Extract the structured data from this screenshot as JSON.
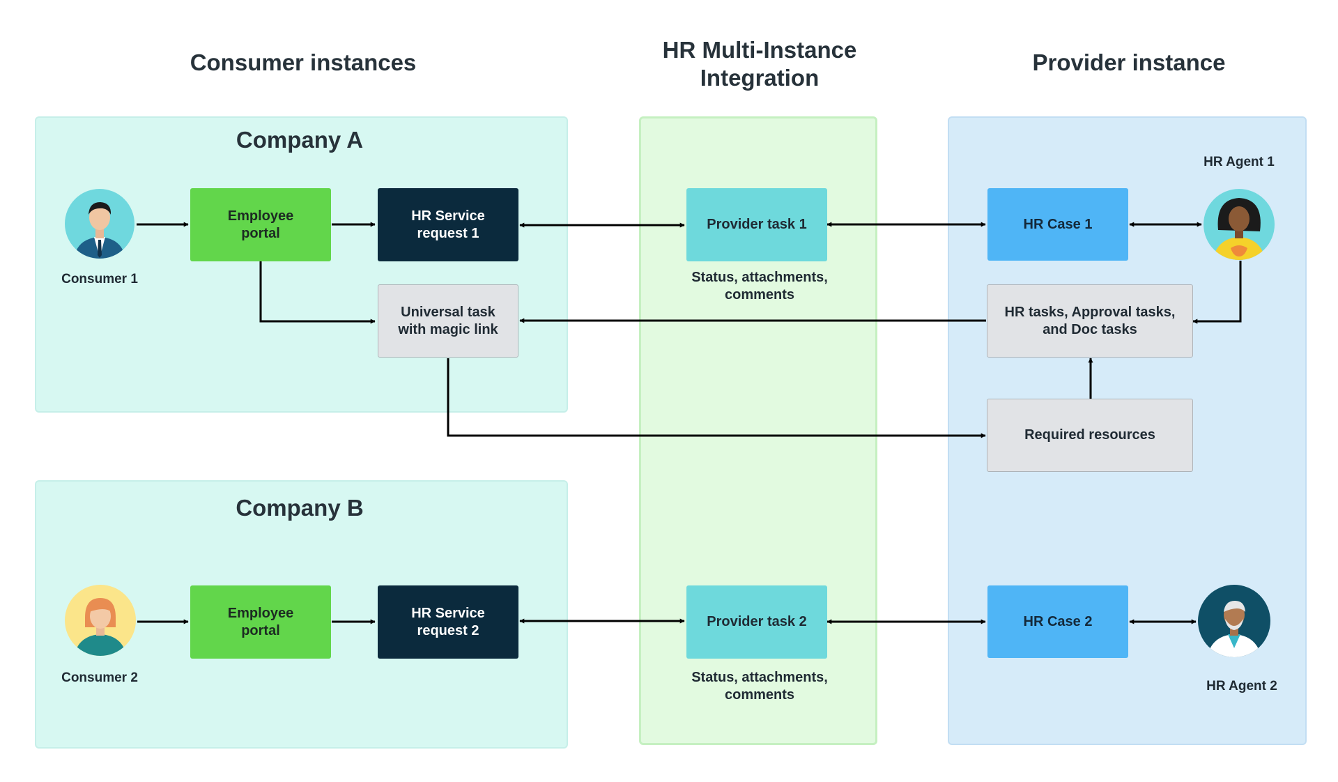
{
  "headers": {
    "consumer": "Consumer instances",
    "hmi_line1": "HR Multi-Instance",
    "hmi_line2": "Integration",
    "provider": "Provider instance"
  },
  "company_a": {
    "title": "Company A",
    "consumer_label": "Consumer 1",
    "employee_portal_line1": "Employee",
    "employee_portal_line2": "portal",
    "hr_request_line1": "HR Service",
    "hr_request_line2": "request 1",
    "universal_task_line1": "Universal task",
    "universal_task_line2": "with magic link"
  },
  "company_b": {
    "title": "Company B",
    "consumer_label": "Consumer 2",
    "employee_portal_line1": "Employee",
    "employee_portal_line2": "portal",
    "hr_request_line1": "HR Service",
    "hr_request_line2": "request 2"
  },
  "integration": {
    "provider_task_1": "Provider task 1",
    "provider_task_2": "Provider task 2",
    "caption_1_line1": "Status, attachments,",
    "caption_1_line2": "comments",
    "caption_2_line1": "Status, attachments,",
    "caption_2_line2": "comments"
  },
  "provider": {
    "agent_1_label": "HR Agent 1",
    "agent_2_label": "HR Agent 2",
    "hr_case_1": "HR Case 1",
    "hr_case_2": "HR Case 2",
    "tasks_line1": "HR tasks, Approval tasks,",
    "tasks_line2": "and Doc tasks",
    "required_resources": "Required resources"
  },
  "colors": {
    "employee_portal": "#62d64b",
    "hr_service_request": "#0b2a3d",
    "neutral_box": "#e1e3e6",
    "provider_task": "#6ed9dc",
    "hr_case": "#4fb5f6",
    "consumer_region": "#d7f8f2",
    "integration_region": "#e2fae0",
    "provider_region": "#d6ebf9"
  }
}
